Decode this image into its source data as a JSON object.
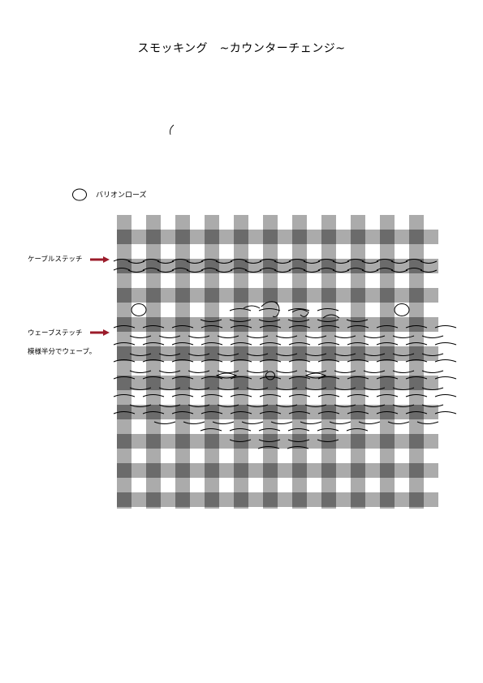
{
  "title": "スモッキング　~カウンターチェンジ~",
  "legend": {
    "circle_label": "バリオンローズ"
  },
  "side_labels": {
    "cable": "ケーブルステッチ",
    "wave": "ウェーブステッチ",
    "wave_note": "模様半分でウェーブ。"
  },
  "colors": {
    "check_dark": "#6b6b6b",
    "check_light": "#ababab",
    "background": "#ffffff",
    "stitch": "#000000",
    "arrow": "#9b1b2a"
  },
  "grid": {
    "vertical_stripes": 11,
    "horizontal_stripes": 10
  }
}
